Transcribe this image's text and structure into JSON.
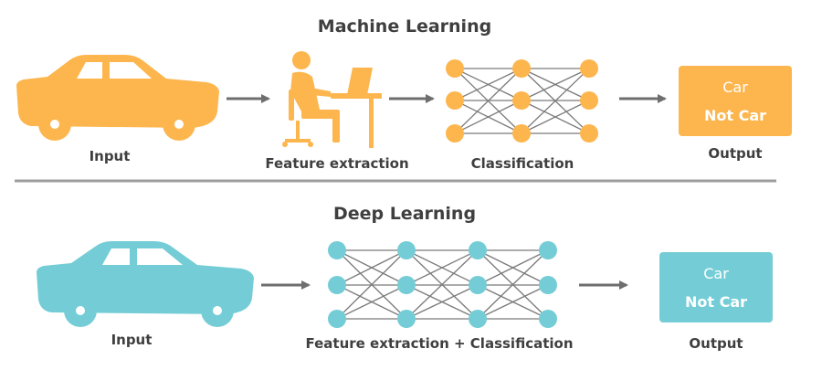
{
  "colors": {
    "ml_accent": "#FDB64E",
    "dl_accent": "#74CDD6",
    "text": "#3F3F3F",
    "arrow": "#6E6E6E",
    "divider": "#9E9E9E",
    "network_line": "#7A7A7A"
  },
  "machine_learning": {
    "title": "Machine Learning",
    "input_label": "Input",
    "feature_label": "Feature extraction",
    "classification_label": "Classification",
    "output_label": "Output",
    "output_option_1": "Car",
    "output_option_2": "Not Car",
    "icons": [
      "car-icon",
      "person-at-desk-icon",
      "neural-network-icon"
    ]
  },
  "deep_learning": {
    "title": "Deep Learning",
    "input_label": "Input",
    "network_label": "Feature extraction +  Classification",
    "output_label": "Output",
    "output_option_1": "Car",
    "output_option_2": "Not Car",
    "icons": [
      "car-icon",
      "neural-network-icon"
    ]
  }
}
